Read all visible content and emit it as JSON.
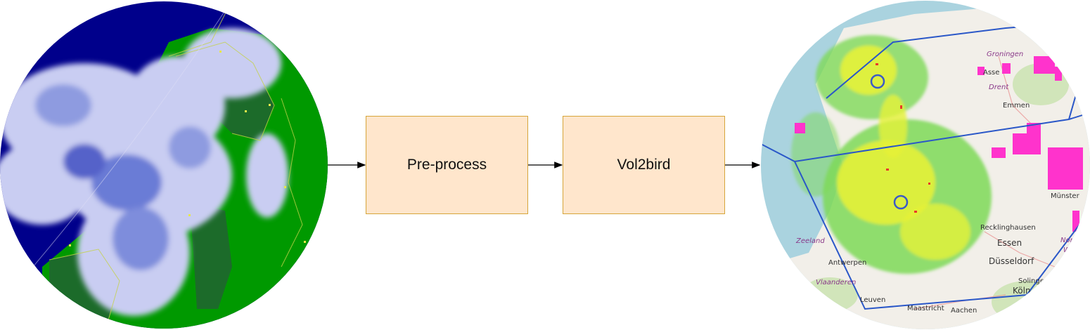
{
  "colors": {
    "box_fill": "#ffe6cc",
    "box_border": "#d6a53a",
    "arrow": "#000000",
    "radar_sea": "#00008b",
    "radar_land": "#009900",
    "radar_dark_land": "#1c6b2a",
    "cloud": "#c9cdf2",
    "map_sea": "#aad3df",
    "map_land": "#f2efe9",
    "boundary_line": "#2a57c8",
    "echo_yellow": "#e6f23a",
    "echo_green": "#7ed957",
    "echo_magenta": "#ff33cc"
  },
  "flow": {
    "step1_label": "Pre-process",
    "step2_label": "Vol2bird"
  },
  "output_map": {
    "labels": {
      "groningen": "Groningen",
      "assen": "Asse",
      "drenthe": "Drent",
      "emmen": "Emmen",
      "zeeland": "Zeeland",
      "antwerpen": "Antwerpen",
      "vlaanderen": "Vlaanderen",
      "leuven": "Leuven",
      "maastricht": "Maastricht",
      "aachen": "Aachen",
      "duesseldorf": "Düsseldorf",
      "essen": "Essen",
      "recklinghausen": "Recklinghausen",
      "munster": "Münster",
      "solingen": "Solingen",
      "koln": "Köln",
      "nordrhein": "Nordrhe",
      "westfalen": "Westfa"
    }
  }
}
